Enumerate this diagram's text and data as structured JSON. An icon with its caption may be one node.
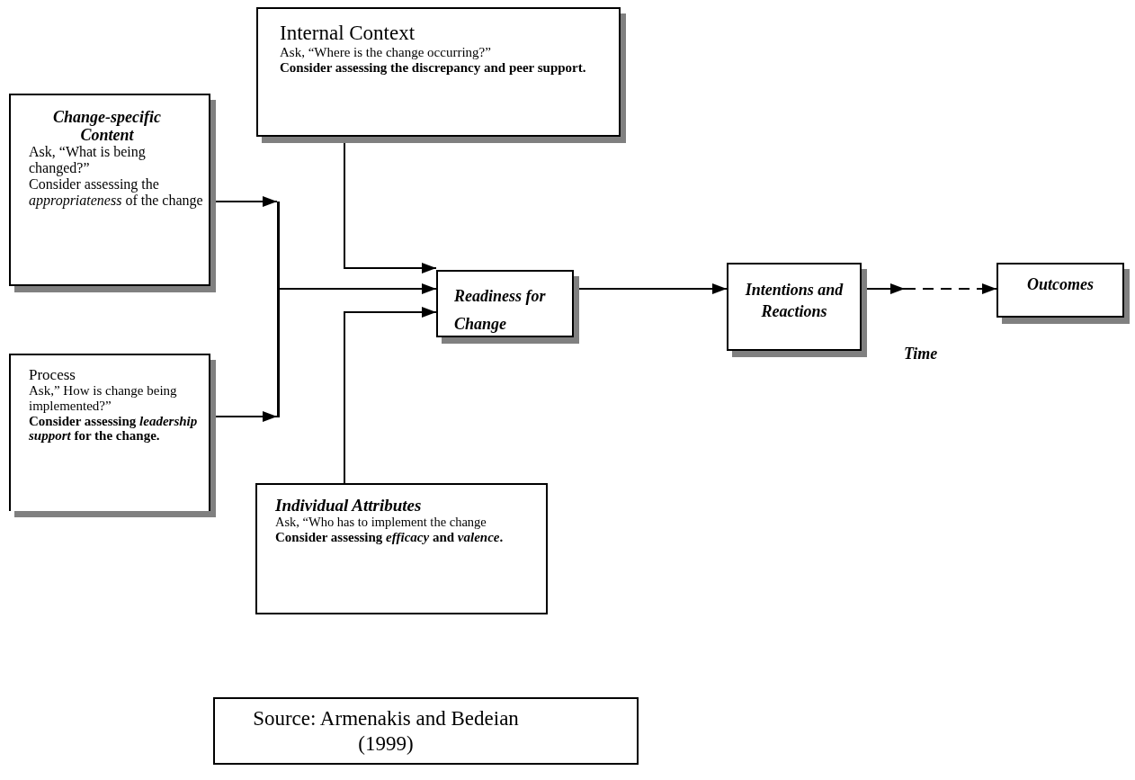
{
  "diagram": {
    "nodes": [
      {
        "text": [
          "Change-specific Content",
          "Ask, “What is being changed?”",
          "Consider assessing the *appropriateness* of the change"
        ]
      },
      {
        "text": [
          "Internal Context",
          "Ask, “Where is the change occurring?”",
          "Consider assessing the discrepancy and peer support."
        ]
      },
      {
        "text": [
          "Process",
          "Ask,” How is change being implemented?”",
          "Consider assessing *leadership support* for the change."
        ]
      },
      {
        "text": [
          "Individual Attributes",
          "Ask, “Who has to implement the change",
          "Consider assessing *efficacy* and *valence*."
        ]
      },
      {
        "text": [],
        "shape": "bar"
      },
      {
        "text": [
          "Readiness for Change"
        ]
      },
      {
        "text": [
          "Intentions and Reactions"
        ]
      },
      {
        "text": [
          "Outcomes"
        ]
      },
      {
        "text": [
          "Source: Armenakis and Bedeian (1999)"
        ]
      }
    ],
    "edges": [
      {
        "from": 0,
        "to": 4,
        "arrow": "to"
      },
      {
        "from": 2,
        "to": 4,
        "arrow": "to"
      },
      {
        "from": 4,
        "to": 5,
        "arrow": "to"
      },
      {
        "from": 1,
        "to": 5,
        "arrow": "to"
      },
      {
        "from": 3,
        "to": 5,
        "arrow": "to"
      },
      {
        "from": 5,
        "to": 6,
        "arrow": "to"
      },
      {
        "from": 6,
        "to": 7,
        "arrow": "to",
        "style": "dashed",
        "label": "Time"
      }
    ]
  }
}
